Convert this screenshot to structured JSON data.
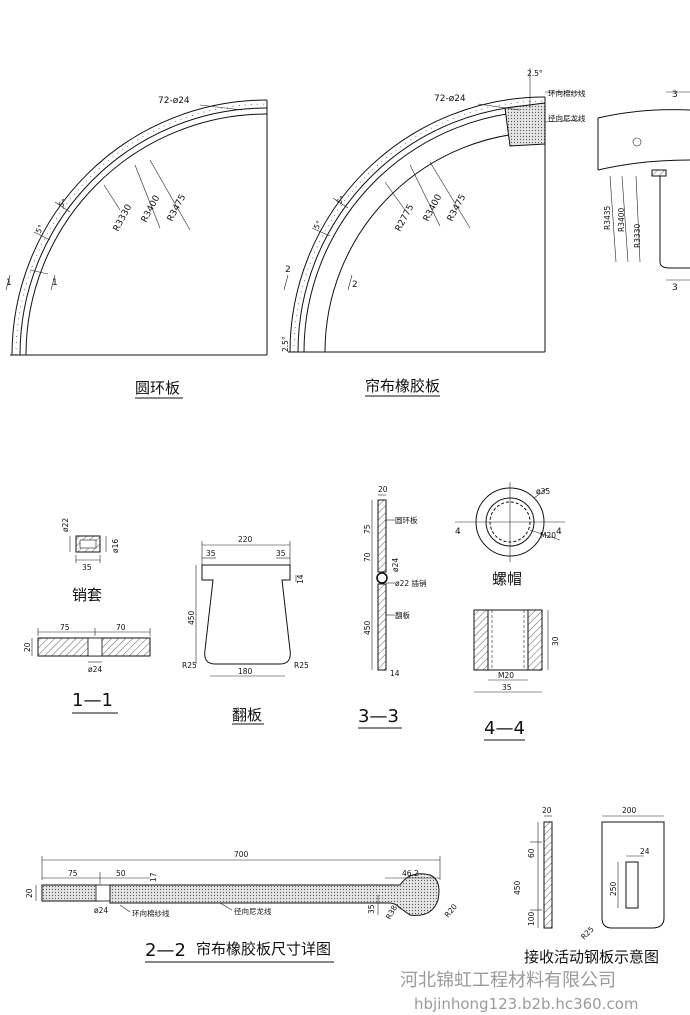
{
  "views": {
    "ring_plate": {
      "title": "圆环板",
      "bolt_spec": "72-ø24",
      "radii": [
        "R3475",
        "R3400",
        "R3330"
      ],
      "angle_marks": [
        "5°",
        "5°"
      ],
      "section_marks": [
        "1",
        "1"
      ]
    },
    "curtain_rubber_plate": {
      "title": "帘布橡胶板",
      "bolt_spec": "72-ø24",
      "radii": [
        "R3475",
        "R3400",
        "R2775"
      ],
      "angle_marks": [
        "5°",
        "5°",
        "2.5°",
        "2.5°"
      ],
      "section_marks": [
        "2",
        "2"
      ],
      "notes": [
        "环向棉纱线",
        "径向尼龙线"
      ]
    },
    "partial_view": {
      "radii": [
        "R3435",
        "R3400",
        "R3330"
      ],
      "section_marks": [
        "3",
        "3"
      ]
    },
    "pin_sleeve": {
      "title": "销套",
      "dims": [
        "ø22",
        "ø16",
        "35"
      ]
    },
    "section_1_1": {
      "title": "1—1",
      "dims": [
        "75",
        "70",
        "20",
        "ø24"
      ]
    },
    "flap_plate": {
      "title": "翻板",
      "dims": [
        "220",
        "35",
        "35",
        "14",
        "450",
        "180",
        "R25",
        "R25"
      ]
    },
    "section_3_3": {
      "title": "3—3",
      "dims": [
        "20",
        "75",
        "70",
        "ø24",
        "450",
        "14"
      ],
      "notes": [
        "圆环板",
        "ø22 插销",
        "翻板"
      ]
    },
    "nut": {
      "title": "螺帽",
      "dims": [
        "ø35",
        "M20"
      ],
      "section_marks": [
        "4",
        "4"
      ]
    },
    "section_4_4": {
      "title": "4—4",
      "dims": [
        "30",
        "M20",
        "35"
      ]
    },
    "section_2_2": {
      "title": "2—2",
      "subtitle": "帘布橡胶板尺寸详图",
      "dims": [
        "700",
        "75",
        "50",
        "20",
        "17",
        "ø24",
        "46.2",
        "35",
        "R38",
        "R20"
      ],
      "notes": [
        "环向棉纱线",
        "径向尼龙线"
      ]
    },
    "steel_plate": {
      "title": "接收活动钢板示意图",
      "dims": [
        "20",
        "60",
        "450",
        "100",
        "200",
        "24",
        "250",
        "R25"
      ]
    }
  },
  "watermark": {
    "line1": "河北锦虹工程材料有限公司",
    "line2": "hbjinhong123.b2b.hc360.com"
  }
}
